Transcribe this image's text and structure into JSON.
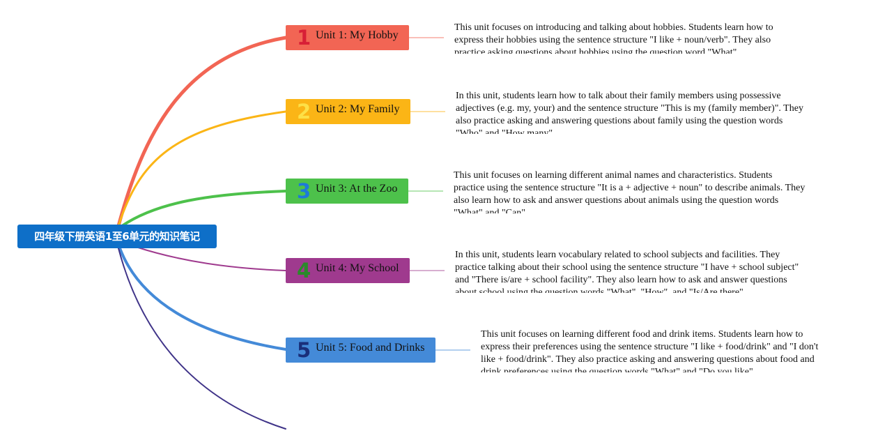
{
  "root": {
    "title": "四年级下册英语1至6单元的知识笔记"
  },
  "colors": {
    "root": "#0e6fc8",
    "unit1": "#f26554",
    "unit2": "#fbb516",
    "unit3": "#4dc14b",
    "unit4": "#9f3a8e",
    "unit5": "#448ad8",
    "unit6": "#3f3388"
  },
  "units": [
    {
      "number": "1",
      "title": "Unit 1: My Hobby",
      "description": "This unit focuses on introducing and talking about hobbies. Students learn how to express their hobbies using the sentence structure \"I like + noun/verb\". They also practice asking questions about hobbies using the question word \"What\"."
    },
    {
      "number": "2",
      "title": "Unit 2: My Family",
      "description": "In this unit, students learn how to talk about their family members using possessive adjectives (e.g. my, your) and the sentence structure \"This is my (family member)\". They also practice asking and answering questions about family using the question words \"Who\" and \"How many\"."
    },
    {
      "number": "3",
      "title": "Unit 3: At the Zoo",
      "description": "This unit focuses on learning different animal names and characteristics. Students practice using the sentence structure \"It is a + adjective + noun\" to describe animals. They also learn how to ask and answer questions about animals using the question words \"What\" and \"Can\"."
    },
    {
      "number": "4",
      "title": "Unit 4: My School",
      "description": "In this unit, students learn vocabulary related to school subjects and facilities. They practice talking about their school using the sentence structure \"I have + school subject\" and \"There is/are + school facility\". They also learn how to ask and answer questions about school using the question words \"What\", \"How\", and \"Is/Are there\"."
    },
    {
      "number": "5",
      "title": "Unit 5: Food and Drinks",
      "description": "This unit focuses on learning different food and drink items. Students learn how to express their preferences using the sentence structure \"I like + food/drink\" and \"I don't like + food/drink\". They also practice asking and answering questions about food and drink preferences using the question words \"What\" and \"Do you like\"."
    }
  ]
}
